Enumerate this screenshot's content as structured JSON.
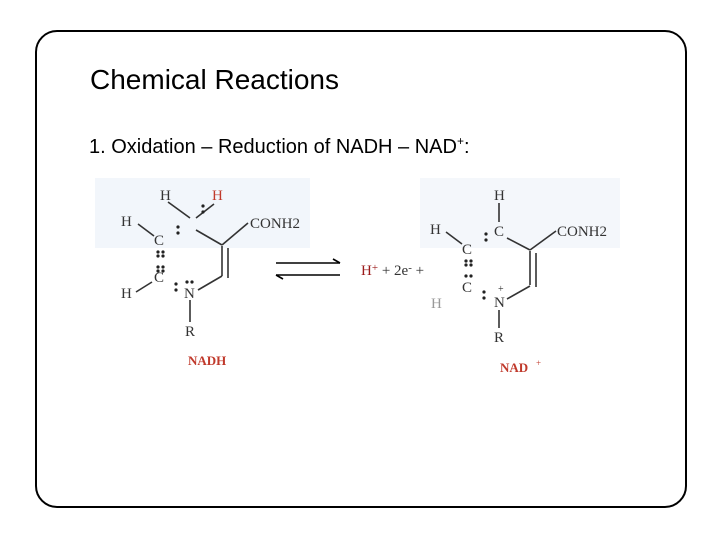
{
  "slide": {
    "title": "Chemical Reactions",
    "bullet": {
      "text": "1. Oxidation – Reduction of NADH – NAD",
      "superscript": "+",
      "suffix": ":"
    }
  },
  "scheme": {
    "nadh": {
      "label": "NADH",
      "atoms": {
        "h_top_left": "H",
        "h_top_red": "H",
        "conh2": "CONH2",
        "h_left": "H",
        "c_left": "C",
        "c_lower_left": "C",
        "h_bottom": "H",
        "n": "N",
        "r": "R"
      }
    },
    "reagent": {
      "h": "H",
      "h_charge": "+",
      "electrons": " + 2e",
      "e_charge": "-",
      "trailing": " +"
    },
    "nadplus": {
      "label": "NAD",
      "label_charge": "+",
      "atoms": {
        "h_top": "H",
        "c_top": "C",
        "conh2": "CONH2",
        "h_left": "H",
        "c_left": "C",
        "c_lower": "C",
        "h_bottom": "H",
        "n": "N",
        "n_charge": "+",
        "r": "R"
      }
    },
    "colors": {
      "label_red": "#c0392b",
      "text": "#333333"
    }
  }
}
